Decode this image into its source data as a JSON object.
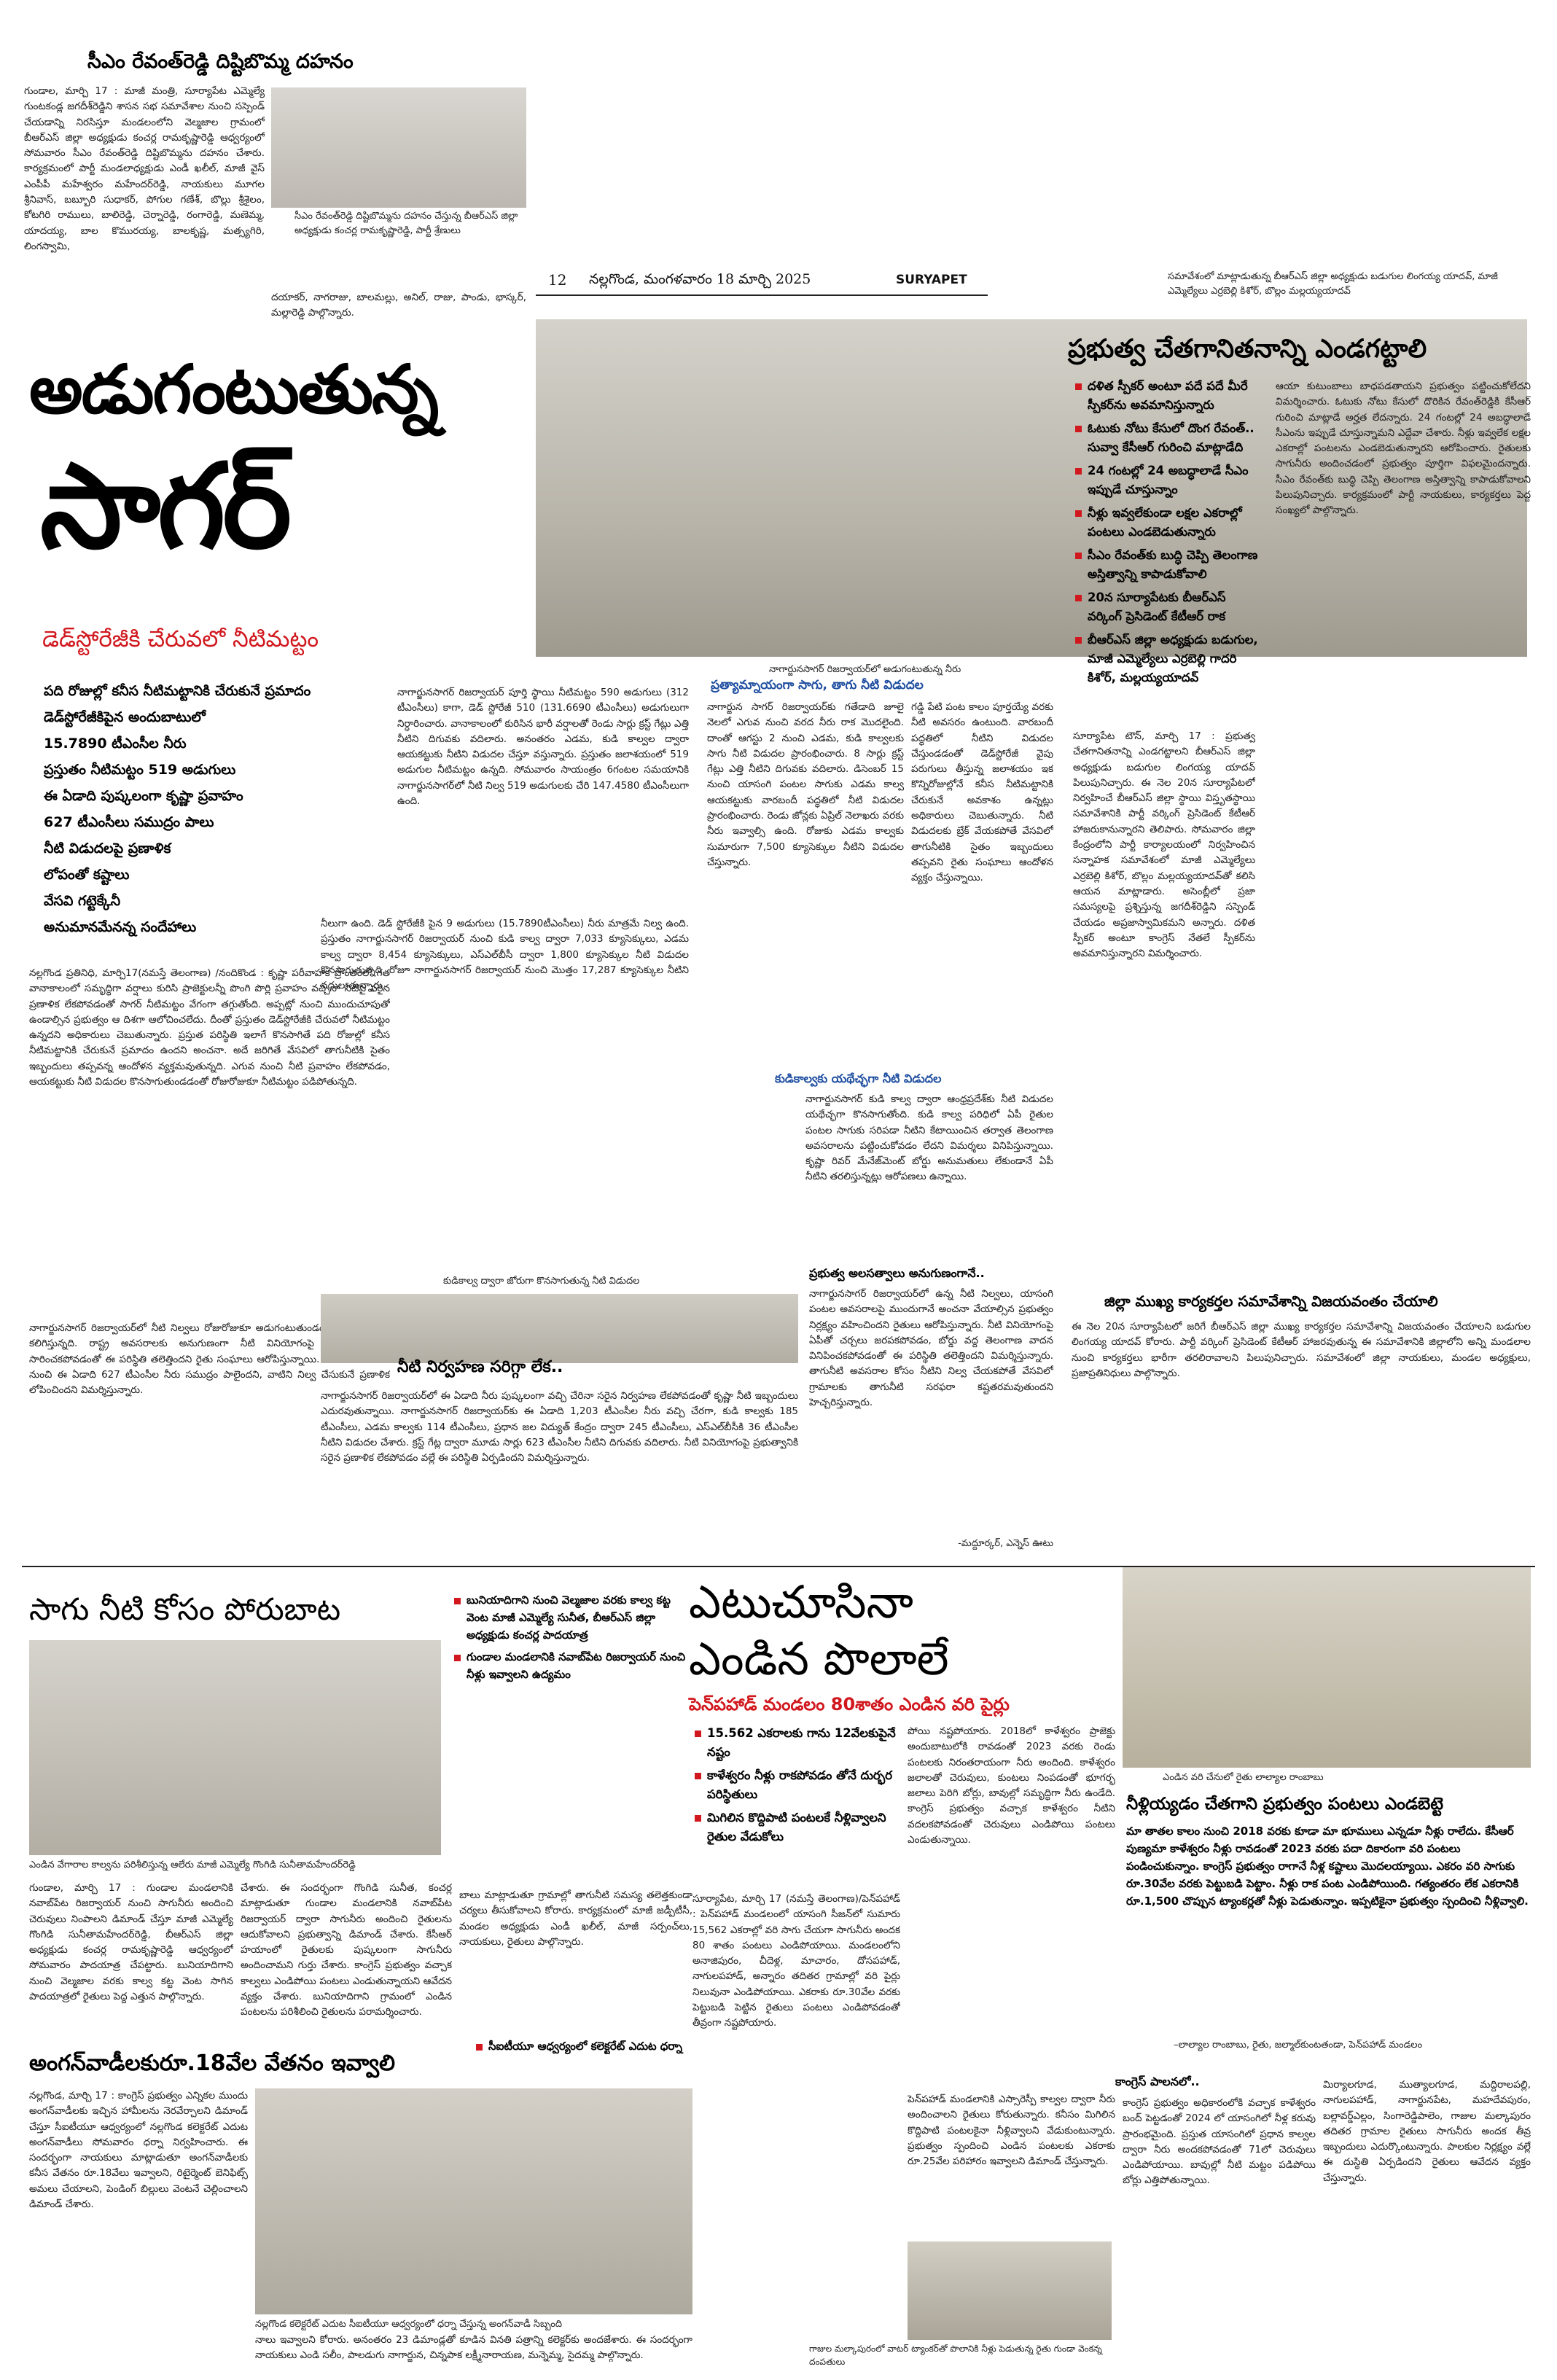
{
  "masthead": {
    "page_no": "12",
    "date_line": "నల్లగొండ, మంగళవారం 18 మార్చి 2025",
    "edition": "SURYAPET"
  },
  "article1": {
    "headline": "సీఎం రేవంత్‌రెడ్డి దిష్టిబొమ్మ దహనం",
    "body": "గుండాల, మార్చి 17 : మాజీ మంత్రి, సూర్యాపేట ఎమ్మెల్యే గుంటకండ్ల జగదీశ్‌రెడ్డిని శాసన సభ సమావేశాల నుంచి సస్పెండ్ చేయడాన్ని నిరసిస్తూ మండలంలోని వెల్మజాల గ్రామంలో బీఆర్‌ఎస్ జిల్లా అధ్యక్షుడు కంచర్ల రామకృష్ణారెడ్డి ఆధ్వర్యంలో సోమవారం సీఎం రేవంత్‌రెడ్డి దిష్టిబొమ్మను దహనం చేశారు. కార్యక్రమంలో పార్టీ మండలాధ్యక్షుడు ఎండీ ఖలీల్, మాజీ వైస్ ఎంపీపీ మహేశ్వరం మహేందర్‌రెడ్డి, నాయకులు మూగల శ్రీనివాస్, బబ్బూరి సుధాకర్, పోగుల గణేశ్, బొల్లు శ్రీశైలం, కోటగిరి రాములు, బాలిరెడ్డి, చెర్నారెడ్డి, రంగారెడ్డి, మణెమ్మ, యాదయ్య, బాల కొమురయ్య, బాలకృష్ణ, మత్స్యగిరి, లింగస్వామి,",
    "body_cont": "దయాకర్, నాగరాజు, బాలమల్లు, అనిల్, రాజు, పాండు, భాస్కర్, మల్లారెడ్డి పాల్గొన్నారు.",
    "caption": "సీఎం రేవంత్‌రెడ్డి దిష్టిబొమ్మను దహనం చేస్తున్న బీఆర్‌ఎస్ జిల్లా అధ్యక్షుడు కంచర్ల రామకృష్ణారెడ్డి, పార్టీ శ్రేణులు"
  },
  "lead": {
    "line1": "అడుగంటుతున్న",
    "line2": "సాగర్",
    "deck": "డెడ్‌స్టోరేజీకి చేరువలో నీటిమట్టం",
    "facts": [
      "పది రోజుల్లో కనీస నీటిమట్టానికి చేరుకునే ప్రమాదం",
      "డెడ్‌స్టోరేజీకిపైన అందుబాటులో",
      "15.7890 టీఎంసీల నీరు",
      "ప్రస్తుతం నీటిమట్టం 519 అడుగులు",
      "ఈ ఏడాది పుష్కలంగా కృష్ణా ప్రవాహం",
      "627 టీఎంసీలు సముద్రం పాలు",
      "నీటి విడుదలపై ప్రణాళిక",
      "లోపంతో కష్టాలు",
      "వేసవి గట్టెక్కేనీ",
      "అనుమానమేనన్న సందేహాలు"
    ],
    "photo_caption": "నాగార్జునసాగర్ రిజర్వాయర్‌లో అడుగంటుతున్న నీరు",
    "body_col1": "నల్లగొండ ప్రతినిధి, మార్చి17(నమస్తే తెలంగాణ) /నందికొండ : కృష్ణా పరీవాహక ప్రాంతంలో గత వానాకాలంలో సమృద్ధిగా వర్షాలు కురిసి ప్రాజెక్టులన్నీ పొంగి పొర్లి ప్రవాహం వచ్చినా నీటిపై సరైన ప్రణాళిక లేకపోవడంతో సాగర్ నీటిమట్టం వేగంగా తగ్గుతోంది. అప్పట్లో నుంచి ముందుచూపుతో ఉండాల్సిన ప్రభుత్వం ఆ దిశగా ఆలోచించలేదు. దీంతో ప్రస్తుతం డెడ్‌స్టోరేజీకి చేరువలో నీటిమట్టం ఉన్నదని అధికారులు చెబుతున్నారు. ప్రస్తుత పరిస్థితి ఇలాగే కొనసాగితే పది రోజుల్లో కనీస నీటిమట్టానికి చేరుకునే ప్రమాదం ఉందని అంచనా. అదే జరిగితే వేసవిలో తాగునీటికి సైతం ఇబ్బందులు తప్పవన్న ఆందోళన వ్యక్తమవుతున్నది. ఎగువ నుంచి నీటి ప్రవాహం లేకపోవడం, ఆయకట్టుకు నీటి విడుదల కొనసాగుతుండడంతో రోజురోజుకూ నీటిమట్టం పడిపోతున్నది.",
    "body_col1b": "నాగార్జునసాగర్ రిజర్వాయర్‌లో నీటి నిల్వలు రోజురోజుకూ అడుగంటుతుండడం తీవ్ర ఆందోళన కలిగిస్తున్నది. రాష్ట్ర అవసరాలకు అనుగుణంగా నీటి వినియోగంపై ప్రభుత్వం దృష్టి సారించకపోవడంతో ఈ పరిస్థితి తలెత్తిందని రైతు సంఘాలు ఆరోపిస్తున్నాయి. సాగర్ జలాశయం నుంచి ఈ ఏడాది 627 టీఎంసీల నీరు సముద్రం పాలైందని, వాటిని నిల్వ చేసుకునే ప్రణాళిక లోపించిందని విమర్శిస్తున్నారు.",
    "body_col2": "నాగార్జునసాగర్ రిజర్వాయర్ పూర్తి స్థాయి నీటిమట్టం 590 అడుగులు (312 టీఎంసీలు) కాగా, డెడ్ స్టోరేజీ 510 (131.6690 టీఎంసీలు) అడుగులుగా నిర్ధారించారు. వానాకాలంలో కురిసిన భారీ వర్షాలతో రెండు సార్లు క్రస్ట్ గేట్లు ఎత్తి నీటిని దిగువకు వదిలారు. అనంతరం ఎడమ, కుడి కాల్వల ద్వారా ఆయకట్టుకు నీటిని విడుదల చేస్తూ వస్తున్నారు. ప్రస్తుతం జలాశయంలో 519 అడుగుల నీటిమట్టం ఉన్నది. సోమవారం సాయంత్రం 6గంటల సమయానికి నాగార్జునసాగర్‌లో నీటి నిల్వ 519 అడుగులకు చేరి 147.4580 టీఎంసీలుగా ఉంది.",
    "body_col2b": "నీలుగా ఉంది. డెడ్ స్టోరేజీకి పైన 9 అడుగులు (15.7890టీఎంసీలు) నీరు మాత్రమే నిల్వ ఉంది. ప్రస్తుతం నాగార్జునసాగర్ రిజర్వాయర్ నుంచి కుడి కాల్వ ద్వారా 7,033 క్యూసెక్కులు, ఎడమ కాల్వ ద్వారా 8,454 క్యూసెక్కులు, ఎస్‌ఎల్‌బీసీ ద్వారా 1,800 క్యూసెక్కుల నీటి విడుదల కొనసాగుతున్నది. రోజూ నాగార్జునసాగర్ రిజర్వాయర్ నుంచి మొత్తం 17,287 క్యూసెక్కుల నీటిని వదులుతున్నారు.",
    "body_col3": "గడ్డి పేటి పంట కాలం పూర్తయ్యే వరకు నీటి అవసరం ఉంటుంది. వారబందీ పద్ధతిలో నీటిని విడుదల చేస్తుండడంతో డెడ్‌స్టోరేజీ వైపు పరుగులు తీస్తున్న జలాశయం ఇక కొన్నిరోజుల్లోనే కనీస నీటిమట్టానికి చేరుకునే అవకాశం ఉన్నట్లు అధికారులు చెబుతున్నారు. నీటి విడుదలకు బ్రేక్ వేయకపోతే వేసవిలో తాగునీటికి సైతం ఇబ్బందులు తప్పవని రైతు సంఘాలు ఆందోళన వ్యక్తం చేస్తున్నాయి.",
    "sub_a": "ప్రత్యామ్నాయంగా సాగు, తాగు నీటి విడుదల",
    "body_col3b": "నాగార్జున సాగర్ రిజర్వాయర్‌కు గతేడాది జూలై నెలలో ఎగువ నుంచి వరద నీరు రాక మొదలైంది. దాంతో ఆగస్టు 2 నుంచి ఎడమ, కుడి కాల్వలకు సాగు నీటి విడుదల ప్రారంభించారు. 8 సార్లు క్రస్ట్ గేట్లు ఎత్తి నీటిని దిగువకు వదిలారు. డిసెంబర్ 15 నుంచి యాసంగి పంటల సాగుకు ఎడమ కాల్వ ఆయకట్టుకు వారబందీ పద్ధతిలో నీటి విడుదల ప్రారంభించారు. రెండు జోన్లకు ఏప్రిల్ నెలాఖరు వరకు నీరు ఇవ్వాల్సి ఉంది. రోజుకు ఎడమ కాల్వకు సుమారుగా 7,500 క్యూసెక్కుల నీటిని విడుదల చేస్తున్నారు.",
    "sub_b": "కుడికాల్వకు యథేచ్ఛగా నీటి విడుదల",
    "body_col3c": "నాగార్జునసాగర్ కుడి కాల్వ ద్వారా ఆంధ్రప్రదేశ్‌కు నీటి విడుదల యథేచ్ఛగా కొనసాగుతోంది. కుడి కాల్వ పరిధిలో ఏపీ రైతుల పంటల సాగుకు సరిపడా నీటిని కేటాయించిన తర్వాత తెలంగాణ అవసరాలను పట్టించుకోవడం లేదని విమర్శలు వినిపిస్తున్నాయి. కృష్ణా రివర్ మేనేజ్‌మెంట్ బోర్డు అనుమతులు లేకుండానే ఏపీ నీటిని తరలిస్తున్నట్లు ఆరోపణలు ఉన్నాయి.",
    "sub_c": "ప్రభుత్వ అలసత్వాలు అనుగుణంగానే..",
    "body_col3d": "నాగార్జునసాగర్ రిజర్వాయర్‌లో ఉన్న నీటి నిల్వలు, యాసంగి పంటల అవసరాలపై ముందుగానే అంచనా వేయాల్సిన ప్రభుత్వం నిర్లక్ష్యం వహించిందని రైతులు ఆరోపిస్తున్నారు. నీటి వినియోగంపై ఏపీతో చర్చలు జరపకపోవడం, బోర్డు వద్ద తెలంగాణ వాదన వినిపించకపోవడంతో ఈ పరిస్థితి తలెత్తిందని విమర్శిస్తున్నారు. తాగునీటి అవసరాల కోసం నీటిని నిల్వ చేయకపోతే వేసవిలో గ్రామాలకు తాగునీటి సరఫరా కష్టతరమవుతుందని హెచ్చరిస్తున్నారు.",
    "byline": "-మద్దూర్కర్, ఎన్నెస్ ఊటు",
    "sub_d": "నీటి నిర్వహణ సరిగ్గా లేక..",
    "body_bottom": "నాగార్జునసాగర్ రిజర్వాయర్‌లో ఈ ఏడాది నీరు పుష్కలంగా వచ్చి చేరినా సరైన నిర్వహణ లేకపోవడంతో కృష్ణా నీటి ఇబ్బందులు ఎదురవుతున్నాయి. నాగార్జునసాగర్ రిజర్వాయర్‌కు ఈ ఏడాది 1,203 టీఎంసీల నీరు వచ్చి చేరగా, కుడి కాల్వకు 185 టీఎంసీలు, ఎడమ కాల్వకు 114 టీఎంసీలు, ప్రధాన జల విద్యుత్ కేంద్రం ద్వారా 245 టీఎంసీలు, ఎస్‌ఎల్‌బీసీకి 36 టీఎంసీల నీటిని విడుదల చేశారు. క్రస్ట్ గేట్ల ద్వారా మూడు సార్లు 623 టీఎంసీల నీటిని దిగువకు వదిలారు. నీటి వినియోగంపై ప్రభుత్వానికి సరైన ప్రణాళిక లేకపోవడం వల్లే ఈ పరిస్థితి ఏర్పడిందని విమర్శిస్తున్నారు.",
    "bottom_caption": "కుడికాల్వ ద్వారా జోరుగా కొనసాగుతున్న నీటి విడుదల"
  },
  "article2": {
    "caption": "సమావేశంలో మాట్లాడుతున్న బీఆర్‌ఎస్ జిల్లా అధ్యక్షుడు బడుగుల లింగయ్య యాదవ్, మాజీ ఎమ్మెల్యేలు ఎర్రబెల్లి కిశోర్, బొల్లం మల్లయ్యయాదవ్",
    "headline": "ప్రభుత్వ చేతగానితనాన్ని ఎండగట్టాలి",
    "bullets": [
      "దళిత స్పీకర్ అంటూ పదే పదే మీరే స్పీకర్‌ను అవమానిస్తున్నారు",
      "ఓటుకు నోటు కేసులో దొంగ రేవంత్.. సువ్వా కేసీఆర్ గురించి మాట్లాడేది",
      "24 గంటల్లో 24 అబద్ధాలాడే సీఎం ఇప్పుడే చూస్తున్నాం",
      "నీళ్లు ఇవ్వలేకుండా లక్షల ఎకరాల్లో పంటలు ఎండబెడుతున్నారు",
      "సీఎం రేవంత్‌కు బుద్ధి చెప్పి తెలంగాణ అస్తిత్వాన్ని కాపాడుకోవాలి",
      "20న సూర్యాపేటకు బీఆర్‌ఎస్ వర్కింగ్ ప్రెసిడెంట్ కేటీఆర్ రాక",
      "బీఆర్‌ఎస్ జిల్లా అధ్యక్షుడు బడుగుల, మాజీ ఎమ్మెల్యేలు ఎర్రబెల్లి గాదరి కిశోర్, మల్లయ్యయాదవ్"
    ],
    "body_a": "సూర్యాపేట టౌన్, మార్చి 17 : ప్రభుత్వ చేతగానితనాన్ని ఎండగట్టాలని బీఆర్‌ఎస్ జిల్లా అధ్యక్షుడు బడుగుల లింగయ్య యాదవ్ పిలుపునిచ్చారు. ఈ నెల 20న సూర్యాపేటలో నిర్వహించే బీఆర్‌ఎస్ జిల్లా స్థాయి విస్తృతస్థాయి సమావేశానికి పార్టీ వర్కింగ్ ప్రెసిడెంట్ కేటీఆర్ హాజరుకానున్నారని తెలిపారు. సోమవారం జిల్లా కేంద్రంలోని పార్టీ కార్యాలయంలో నిర్వహించిన సన్నాహక సమావేశంలో మాజీ ఎమ్మెల్యేలు ఎర్రబెల్లి కిశోర్, బొల్లం మల్లయ్యయాదవ్‌తో కలిసి ఆయన మాట్లాడారు. అసెంబ్లీలో ప్రజా సమస్యలపై ప్రశ్నిస్తున్న జగదీశ్‌రెడ్డిని సస్పెండ్ చేయడం అప్రజాస్వామికమని అన్నారు. దళిత స్పీకర్ అంటూ కాంగ్రెస్ నేతలే స్పీకర్‌ను అవమానిస్తున్నారని విమర్శించారు.",
    "body_b": "ఆయా కుటుంబాలు బాధపడతాయని ప్రభుత్వం పట్టించుకోలేదని విమర్శించారు. ఓటుకు నోటు కేసులో దొరికిన రేవంత్‌రెడ్డికి కేసీఆర్ గురించి మాట్లాడే అర్హత లేదన్నారు. 24 గంటల్లో 24 అబద్ధాలాడే సీఎంను ఇప్పుడే చూస్తున్నామని ఎద్దేవా చేశారు. నీళ్లు ఇవ్వలేక లక్షల ఎకరాల్లో పంటలను ఎండబెడుతున్నారని ఆరోపించారు. రైతులకు సాగునీరు అందించడంలో ప్రభుత్వం పూర్తిగా విఫలమైందన్నారు. సీఎం రేవంత్‌కు బుద్ధి చెప్పి తెలంగాణ అస్తిత్వాన్ని కాపాడుకోవాలని పిలుపునిచ్చారు. కార్యక్రమంలో పార్టీ నాయకులు, కార్యకర్తలు పెద్ద సంఖ్యలో పాల్గొన్నారు.",
    "subhead": "జిల్లా ముఖ్య కార్యకర్తల సమావేశాన్ని విజయవంతం చేయాలి",
    "body_c": "ఈ నెల 20న సూర్యాపేటలో జరిగే బీఆర్‌ఎస్ జిల్లా ముఖ్య కార్యకర్తల సమావేశాన్ని విజయవంతం చేయాలని బడుగుల లింగయ్య యాదవ్ కోరారు. పార్టీ వర్కింగ్ ప్రెసిడెంట్ కేటీఆర్ హాజరవుతున్న ఈ సమావేశానికి జిల్లాలోని అన్ని మండలాల నుంచి కార్యకర్తలు భారీగా తరలిరావాలని పిలుపునిచ్చారు. సమావేశంలో జిల్లా నాయకులు, మండల అధ్యక్షులు, ప్రజాప్రతినిధులు పాల్గొన్నారు."
  },
  "article3": {
    "headline": "సాగు నీటి కోసం పోరుబాట",
    "bullets": [
      "బునియాదిగాని నుంచి వెల్మజాల వరకు కాల్వ కట్ట వెంట మాజీ ఎమ్మెల్యే సునీత, బీఆర్‌ఎస్ జిల్లా అధ్యక్షుడు కంచర్ల పాదయాత్ర",
      "గుండాల మండలానికి నవాబ్‌పేట రిజర్వాయర్ నుంచి నీళ్లు ఇవ్వాలని ఉద్యమం"
    ],
    "caption": "ఎండిన వేగారాల కాల్వను పరిశీలిస్తున్న ఆలేరు మాజీ ఎమ్మెల్యే గొంగిడి సునీతామహేందర్‌రెడ్డి",
    "body": "గుండాల, మార్చి 17 : గుండాల మండలానికి నవాబ్‌పేట రిజర్వాయర్ నుంచి సాగునీరు అందించి చెరువులు నింపాలని డిమాండ్ చేస్తూ మాజీ ఎమ్మెల్యే గొంగిడి సునీతామహేందర్‌రెడ్డి, బీఆర్‌ఎస్ జిల్లా అధ్యక్షుడు కంచర్ల రామకృష్ణారెడ్డి ఆధ్వర్యంలో సోమవారం పాదయాత్ర చేపట్టారు. బునియాదిగాని నుంచి వెల్మజాల వరకు కాల్వ కట్ట వెంట సాగిన పాదయాత్రలో రైతులు పెద్ద ఎత్తున పాల్గొన్నారు.",
    "body_b": "చేశారు. ఈ సందర్భంగా గొంగిడి సునీత, కంచర్ల మాట్లాడుతూ గుండాల మండలానికి నవాబ్‌పేట రిజర్వాయర్ ద్వారా సాగునీరు అందించి రైతులను ఆదుకోవాలని ప్రభుత్వాన్ని డిమాండ్ చేశారు. కేసీఆర్ హయాంలో రైతులకు పుష్కలంగా సాగునీరు అందించామని గుర్తు చేశారు. కాంగ్రెస్ ప్రభుత్వం వచ్చాక కాల్వలు ఎండిపోయి పంటలు ఎండుతున్నాయని ఆవేదన వ్యక్తం చేశారు. బునియాదిగాని గ్రామంలో ఎండిన పంటలను పరిశీలించి రైతులను పరామర్శించారు.",
    "body_c": "బాలు మాట్లాడుతూ గ్రామాల్లో తాగునీటి సమస్య తలెత్తకుండా చర్యలు తీసుకోవాలని కోరారు. కార్యక్రమంలో మాజీ జడ్పీటీసీ, మండల అధ్యక్షుడు ఎండీ ఖలీల్, మాజీ సర్పంచ్‌లు, నాయకులు, రైతులు పాల్గొన్నారు."
  },
  "article4": {
    "headline": "అంగన్‌వాడీలకురూ.18వేల వేతనం ఇవ్వాలి",
    "bullet": "సీఐటీయూ ఆధ్వర్యంలో కలెక్టరేట్ ఎదుట ధర్నా",
    "body": "నల్లగొండ, మార్చి 17 : కాంగ్రెస్ ప్రభుత్వం ఎన్నికల ముందు అంగన్‌వాడీలకు ఇచ్చిన హామీలను నెరవేర్చాలని డిమాండ్ చేస్తూ సీఐటీయూ ఆధ్వర్యంలో నల్లగొండ కలెక్టరేట్ ఎదుట అంగన్‌వాడీలు సోమవారం ధర్నా నిర్వహించారు. ఈ సందర్భంగా నాయకులు మాట్లాడుతూ అంగన్‌వాడీలకు కనీస వేతనం రూ.18వేలు ఇవ్వాలని, రిటైర్మెంట్ బెనిఫిట్స్ అమలు చేయాలని, పెండింగ్ బిల్లులు వెంటనే చెల్లించాలని డిమాండ్ చేశారు.",
    "body_b": "నాలు ఇవ్వాలని కోరారు. అనంతరం 23 డిమాండ్లతో కూడిన వినతి పత్రాన్ని కలెక్టర్‌కు అందజేశారు. ఈ సందర్భంగా నాయకులు ఎండి సలీం, పాలడుగు నాగార్జున, చిన్నపాక లక్ష్మీనారాయణ, మన్నెమ్మ, సైదమ్మ పాల్గొన్నారు.",
    "caption": "నల్లగొండ కలెక్టరేట్ ఎదుట సీఐటీయూ ఆధ్వర్యంలో ధర్నా చేస్తున్న అంగన్‌వాడీ సిబ్బంది"
  },
  "article5": {
    "line1": "ఎటుచూసినా",
    "line2": "ఎండిన పొలాలే",
    "deck": "పెన్‌పహాడ్ మండలం 80శాతం ఎండిన వరి పైర్లు",
    "bullets": [
      "15.562 ఎకరాలకు గాను 12వేలకుపైనే నష్టం",
      "కాళేశ్వరం నీళ్లు రాకపోవడం తోనే దుర్భర పరిస్థితులు",
      "మిగిలిన కొద్దిపాటి పంటలకే నీళ్లివ్వాలని రైతుల వేడుకోలు"
    ],
    "body_a": "పోయి నష్టపోయారు. 2018లో కాళేశ్వరం ప్రాజెక్టు అందుబాటులోకి రావడంతో 2023 వరకు రెండు పంటలకు నిరంతరాయంగా నీరు అందింది. కాళేశ్వరం జలాలతో చెరువులు, కుంటలు నింపడంతో భూగర్భ జలాలు పెరిగి బోర్లు, బావుల్లో సమృద్ధిగా నీరు ఉండేది. కాంగ్రెస్ ప్రభుత్వం వచ్చాక కాళేశ్వరం నీటిని వదలకపోవడంతో చెరువులు ఎండిపోయి పంటలు ఎండుతున్నాయి.",
    "body_b": "సూర్యాపేట, మార్చి 17 (నమస్తే తెలంగాణ)/పెన్‌పహాడ్ : పెన్‌పహాడ్ మండలంలో యాసంగి సీజన్‌లో సుమారు 15,562 ఎకరాల్లో వరి సాగు చేయగా సాగునీరు అందక 80 శాతం పంటలు ఎండిపోయాయి. మండలంలోని అనాజిపురం, చీదెళ్ల, మాచారం, దోసపహాడ్, నాగులపహాడ్, అన్నారం తదితర గ్రామాల్లో వరి పైర్లు నిలువునా ఎండిపోయాయి. ఎకరాకు రూ.30వేల వరకు పెట్టుబడి పెట్టిన రైతులు పంటలు ఎండిపోవడంతో తీవ్రంగా నష్టపోయారు.",
    "body_c": "పెన్‌పహాడ్ మండలానికి ఎస్సారెస్పీ కాల్వల ద్వారా నీరు అందించాలని రైతులు కోరుతున్నారు. కనీసం మిగిలిన కొద్దిపాటి పంటలకైనా నీళ్లివ్వాలని వేడుకుంటున్నారు. ప్రభుత్వం స్పందించి ఎండిన పంటలకు ఎకరాకు రూ.25వేల పరిహారం ఇవ్వాలని డిమాండ్ చేస్తున్నారు.",
    "subhead": "కాంగ్రెస్ పాలనలో..",
    "body_d": "కాంగ్రెస్ ప్రభుత్వం అధికారంలోకి వచ్చాక కాళేశ్వరం బంద్ పెట్టడంతో 2024 లో యాసంగిలో నీళ్ల కరువు ప్రారంభమైంది. ప్రస్తుత యాసంగిలో ప్రధాన కాల్వల ద్వారా నీరు అందకపోవడంతో 71లో చెరువులు ఎండిపోయాయి. బావుల్లో నీటి మట్టం పడిపోయి బోర్లు ఎత్తిపోతున్నాయి.",
    "body_e": "మిర్యాలగూడ, ముత్యాలగూడ, మద్దిరాలపల్లి, నాగులపహాడ్, నాగార్జునపేట, మహదేవపురం, బల్లావర్డ్‌ఎల్లం, సింగారెడ్డిపాలెం, గాజుల మల్కాపురం తదితర గ్రామాల రైతులు సాగునీరు అందక తీవ్ర ఇబ్బందులు ఎదుర్కొంటున్నారు. పాలకుల నిర్లక్ష్యం వల్లే ఈ దుస్థితి ఏర్పడిందని రైతులు ఆవేదన వ్యక్తం చేస్తున్నారు.",
    "photo_caption": "గాజుల మల్కాపురంలో వాటర్ ట్యాంకర్‌తో పొలానికి నీళ్లు పెడుతున్న రైతు గుండా వెంకన్న దంపతులు",
    "photo_caption_right": "ఎండిన వరి చేనులో రైతు లాల్యాల రాంబాబు"
  },
  "article6": {
    "headline": "నీళ్లియ్యడం చేతగాని ప్రభుత్వం పంటలు ఎండబెట్టె",
    "quote": "మా తాతల కాలం నుంచి 2018 వరకు కూడా మా భూములు ఎన్నడూ నీళ్లు రాలేదు. కేసీఆర్ పుణ్యమా కాళేశ్వరం నీళ్లు రావడంతో 2023 వరకు పదా దికారంగా వరి పంటలు పండించుకున్నాం. కాంగ్రెస్ ప్రభుత్వం రాగానే నీళ్ల కష్టాలు మొదలయ్యాయి. ఎకరం వరి సాగుకు రూ.30వేల వరకు పెట్టుబడి పెట్టాం. నీళ్లు రాక పంట ఎండిపోయింది. గత్యంతరం లేక ఎకరానికి రూ.1,500 చొప్పున ట్యాంకర్లతో నీళ్లు పెడుతున్నాం. ఇప్పటికైనా ప్రభుత్వం స్పందించి నీళ్లివ్వాలి.",
    "attribution": "–లాల్యాల రాంబాబు, రైతు, జల్మాల్‌కుంటతండా, పెన్‌పహాడ్ మండలం"
  }
}
